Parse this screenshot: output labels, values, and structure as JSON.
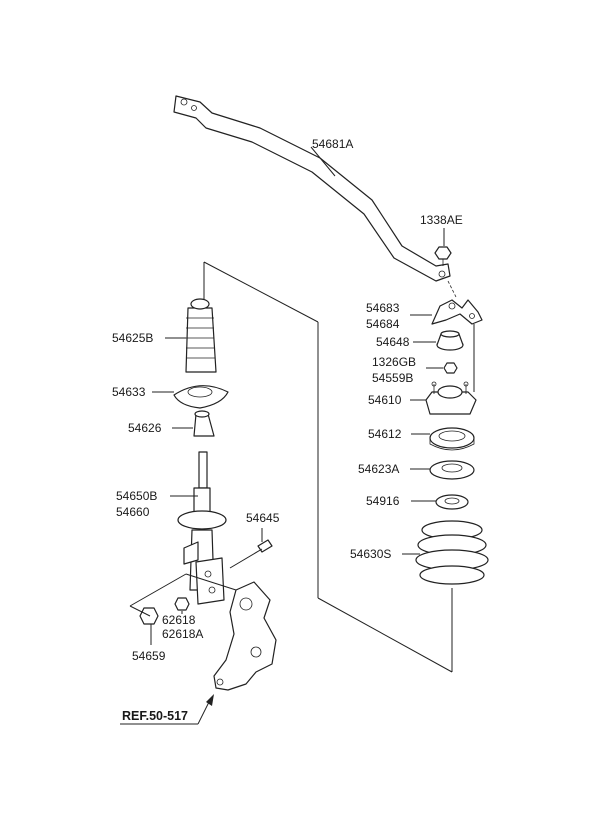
{
  "labels": {
    "stabilizer_bar": "54681A",
    "link_nut": "1338AE",
    "bracket_a": "54683",
    "bracket_b": "54684",
    "dust_cap": "54648",
    "nut_a": "1326GB",
    "nut_b": "54559B",
    "insulator": "54610",
    "bearing": "54612",
    "seat": "54623A",
    "pad": "54916",
    "coil_spring": "54630S",
    "dust_cover": "54625B",
    "lower_pad": "54633",
    "bumper": "54626",
    "strut_a": "54650B",
    "strut_b": "54660",
    "bolt": "54645",
    "nut_c": "62618",
    "nut_d": "62618A",
    "nut_e": "54659"
  },
  "ref_label": "REF.50-517"
}
